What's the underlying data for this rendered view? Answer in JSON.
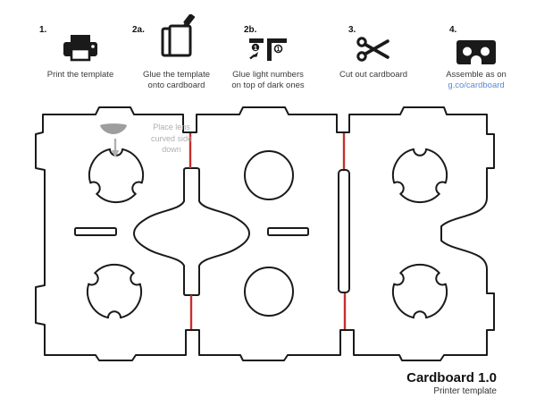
{
  "steps": [
    {
      "number": "1.",
      "icon": "printer-icon",
      "caption": "Print the template"
    },
    {
      "number": "2a.",
      "icon": "glue-template-icon",
      "caption_line1": "Glue the template",
      "caption_line2": "onto cardboard"
    },
    {
      "number": "2b.",
      "icon": "glue-numbers-icon",
      "caption_line1": "Glue light numbers",
      "caption_line2": "on top of dark ones",
      "number_badge": "1"
    },
    {
      "number": "3.",
      "icon": "scissors-icon",
      "caption": "Cut out cardboard"
    },
    {
      "number": "4.",
      "icon": "viewer-icon",
      "caption": "Assemble as on",
      "link_label": "g.co/cardboard"
    }
  ],
  "annotation": {
    "line1": "Place lens",
    "line2": "curved side",
    "line3": "down"
  },
  "footer": {
    "title": "Cardboard 1.0",
    "subtitle": "Printer template"
  },
  "colors": {
    "outline": "#1a1a1a",
    "fold_line": "#c62f2f",
    "annotation": "#b0b0b0",
    "lens_glyph": "#9e9e9e",
    "caption": "#3a3a3a",
    "link": "#5b87d7"
  }
}
